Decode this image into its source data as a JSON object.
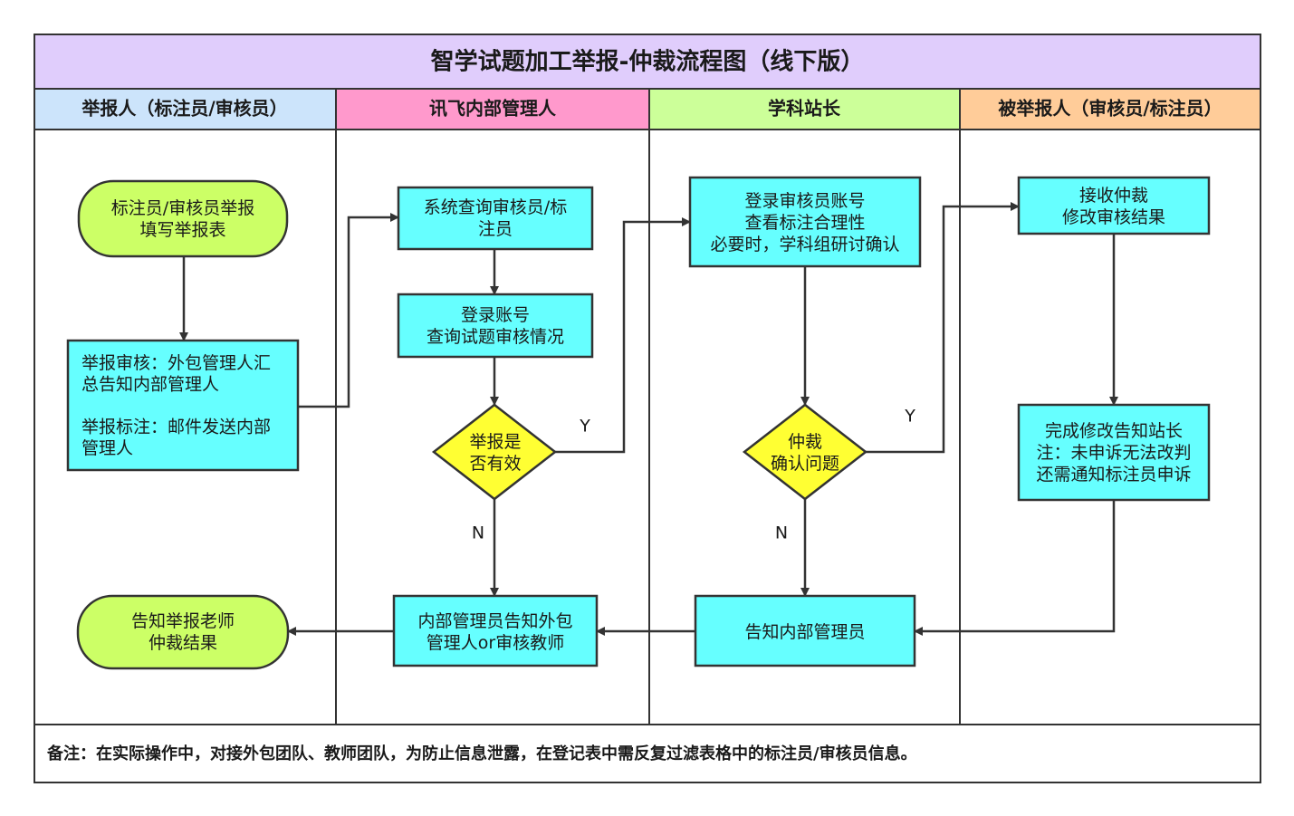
{
  "title": "智学试题加工举报-仲裁流程图（线下版）",
  "lanes": [
    {
      "label": "举报人（标注员/审核员）",
      "color": "#cce4fb"
    },
    {
      "label": "讯飞内部管理人",
      "color": "#ff99cc"
    },
    {
      "label": "学科站长",
      "color": "#ccff99"
    },
    {
      "label": "被举报人（审核员/标注员）",
      "color": "#ffcc99"
    }
  ],
  "colors": {
    "title_bg": "#e0cdfc",
    "process": "#66ffff",
    "terminal": "#ccff66",
    "decision": "#ffff33"
  },
  "nodes": {
    "report_start": {
      "lines": [
        "标注员/审核员举报",
        "填写举报表"
      ]
    },
    "report_review": {
      "lines": [
        "举报审核：外包管理人汇",
        "总告知内部管理人",
        "",
        "举报标注：邮件发送内部",
        "管理人"
      ]
    },
    "notify_teacher": {
      "lines": [
        "告知举报老师",
        "仲裁结果"
      ]
    },
    "system_query": {
      "lines": [
        "系统查询审核员/标",
        "注员"
      ]
    },
    "login_check": {
      "lines": [
        "登录账号",
        "查询试题审核情况"
      ]
    },
    "valid_decision": {
      "lines": [
        "举报是",
        "否有效"
      ]
    },
    "internal_notify": {
      "lines": [
        "内部管理员告知外包",
        "管理人or审核教师"
      ]
    },
    "station_login": {
      "lines": [
        "登录审核员账号",
        "查看标注合理性",
        "必要时，学科组研讨确认"
      ]
    },
    "arbitrate_decision": {
      "lines": [
        "仲裁",
        "确认问题"
      ]
    },
    "notify_admin": {
      "lines": [
        "告知内部管理员"
      ]
    },
    "receive_arbitration": {
      "lines": [
        "接收仲裁",
        "修改审核结果"
      ]
    },
    "complete_notify": {
      "lines": [
        "完成修改告知站长",
        "注：未申诉无法改判",
        "还需通知标注员申诉"
      ]
    }
  },
  "edge_labels": {
    "yes": "Y",
    "no": "N"
  },
  "note": "备注：在实际操作中，对接外包团队、教师团队，为防止信息泄露，在登记表中需反复过滤表格中的标注员/审核员信息。"
}
